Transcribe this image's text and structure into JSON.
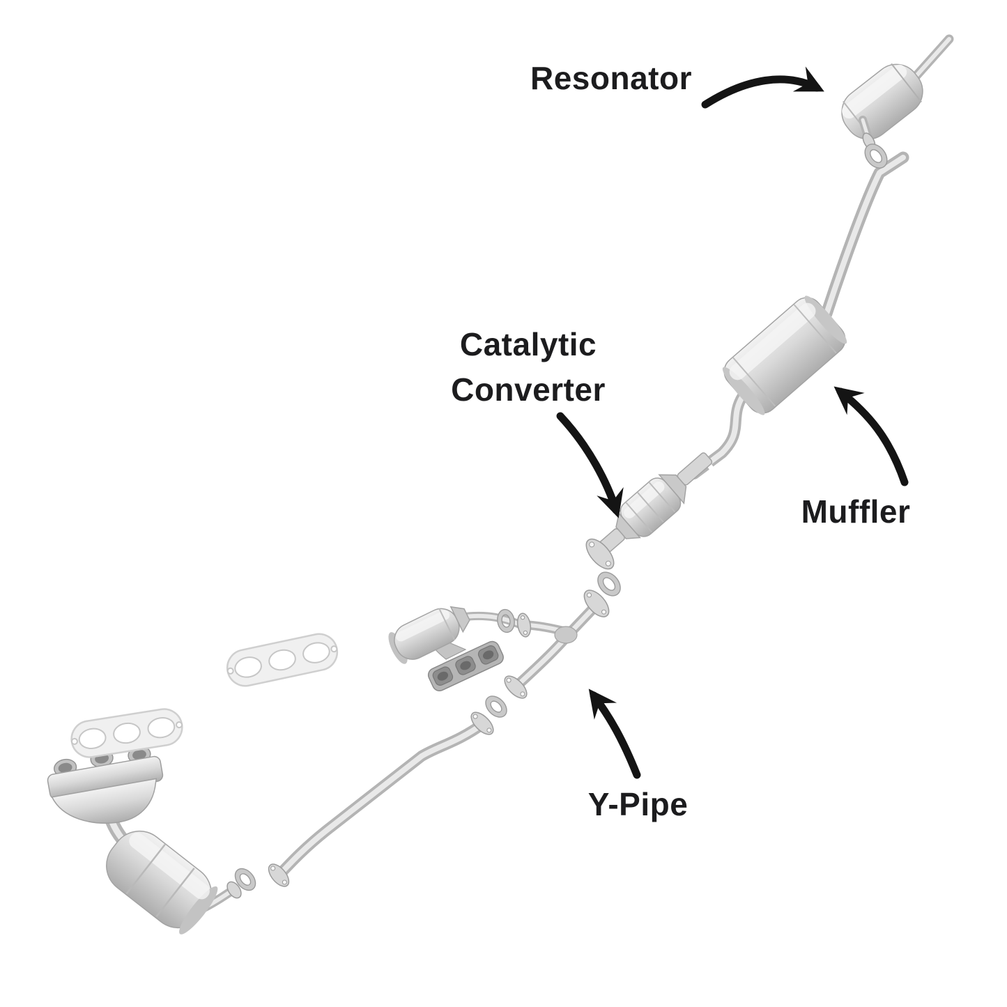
{
  "page": {
    "background": "#ffffff"
  },
  "diagram": {
    "type": "exploded-parts-diagram",
    "labels": {
      "resonator": "Resonator",
      "catalytic_line1": "Catalytic",
      "catalytic_line2": "Converter",
      "muffler": "Muffler",
      "ypipe": "Y-Pipe"
    },
    "labeled_parts": [
      "Resonator",
      "Catalytic Converter",
      "Muffler",
      "Y-Pipe"
    ],
    "colors": {
      "label_text": "#1c1c1e",
      "arrow": "#141414",
      "metal_light": "#f2f2f2",
      "metal_mid": "#d9d9d9",
      "metal_dark": "#adadad"
    }
  }
}
